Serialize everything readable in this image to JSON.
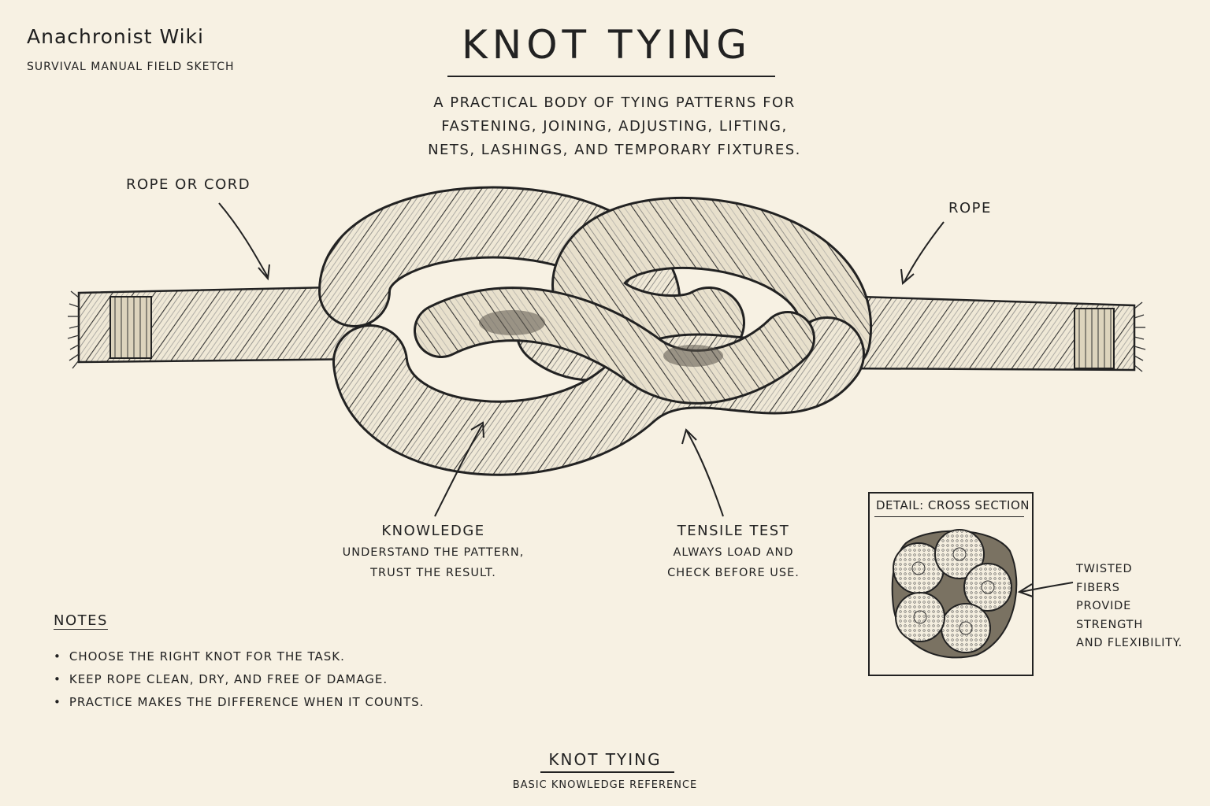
{
  "header": {
    "brand": "Anachronist Wiki",
    "subtitle": "SURVIVAL MANUAL FIELD SKETCH",
    "title": "KNOT TYING",
    "intro": [
      "A PRACTICAL BODY OF TYING PATTERNS FOR",
      "FASTENING, JOINING, ADJUSTING, LIFTING,",
      "NETS, LASHINGS, AND TEMPORARY FIXTURES."
    ]
  },
  "labels": {
    "rope_left": "ROPE OR CORD",
    "rope_right": "ROPE",
    "knowledge": {
      "title": "KNOWLEDGE",
      "lines": [
        "UNDERSTAND THE PATTERN,",
        "TRUST THE RESULT."
      ]
    },
    "tensile": {
      "title": "TENSILE TEST",
      "lines": [
        "ALWAYS LOAD AND",
        "CHECK BEFORE USE."
      ]
    }
  },
  "notes": {
    "heading": "NOTES",
    "items": [
      "CHOOSE THE RIGHT KNOT FOR THE TASK.",
      "KEEP ROPE CLEAN, DRY, AND FREE OF DAMAGE.",
      "PRACTICE MAKES THE DIFFERENCE WHEN IT COUNTS."
    ]
  },
  "detail": {
    "heading": "DETAIL: CROSS SECTION",
    "caption": [
      "TWISTED",
      "FIBERS",
      "PROVIDE",
      "STRENGTH",
      "AND FLEXIBILITY."
    ]
  },
  "footer": {
    "title": "KNOT TYING",
    "subtitle": "BASIC KNOWLEDGE REFERENCE"
  },
  "colors": {
    "paper": "#f7f1e3",
    "ink": "#222222",
    "rope": "#efe8d6"
  }
}
